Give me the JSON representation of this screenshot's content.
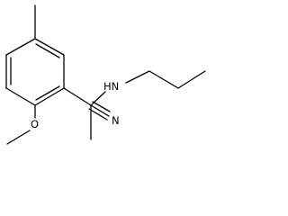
{
  "structure": {
    "atom_labels": {
      "amine": "HN",
      "ether_oxygen": "O",
      "nitrile_nitrogen": "N"
    },
    "substituents": [
      "methyl",
      "methoxy",
      "propylamino",
      "nitrile",
      "methyl"
    ],
    "line_color": "#000000",
    "background": "#ffffff"
  }
}
